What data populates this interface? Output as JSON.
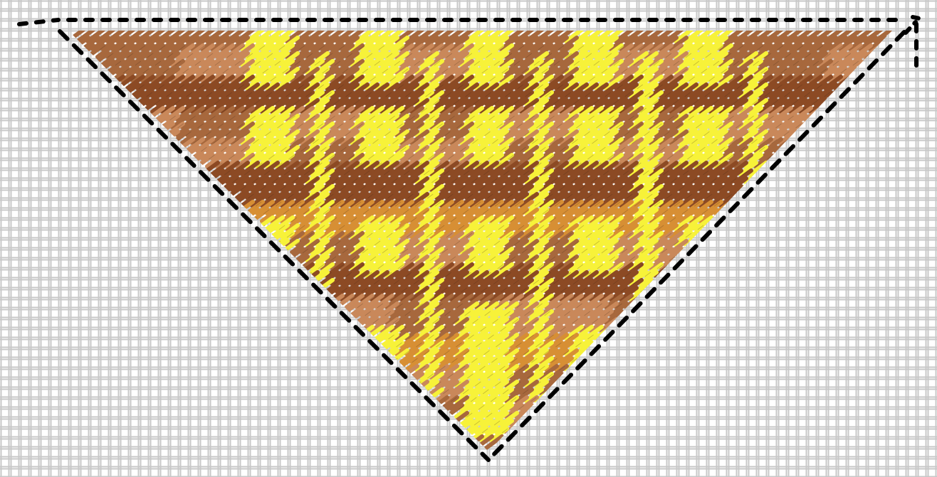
{
  "pattern": {
    "type": "needlepoint-diagonal-stitch-plaid",
    "shape": "inverted-triangle",
    "canvas": "plastic-canvas-grid",
    "outline_style": "dashed-black",
    "stitch_direction": "diagonal",
    "colors": {
      "canvas_bar": "#c8c8c8",
      "canvas_bg": "#ffffff",
      "outline": "#000000",
      "dark_brown": "#8c4a24",
      "medium_brown": "#a7683d",
      "tan": "#c9885a",
      "orange": "#d78f34",
      "yellow": "#f7f239",
      "stitch_edge": "#3f2a1a"
    },
    "pattern_logic": {
      "yellow_block_columns": 5,
      "yellow_block_rows": 4,
      "horizontal_band_rows": 5
    }
  }
}
